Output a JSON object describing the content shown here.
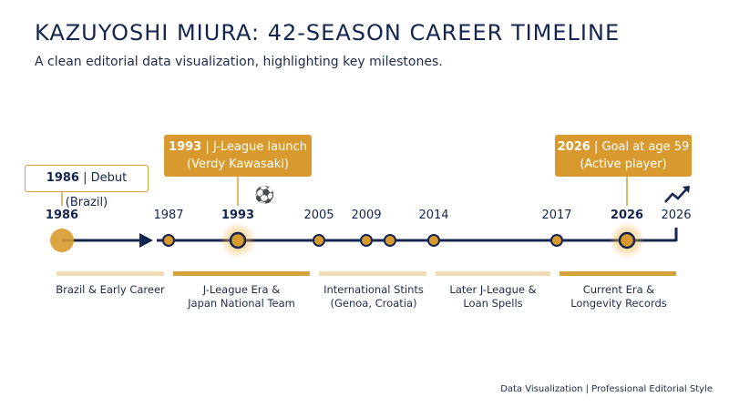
{
  "header": {
    "title": "KAZUYOSHI MIURA: 42-SEASON CAREER TIMELINE",
    "subtitle": "A clean editorial data visualization, highlighting key milestones."
  },
  "callouts": {
    "debut": {
      "year": "1986",
      "text": " | Debut (Brazil)"
    },
    "jleague": {
      "year": "1993",
      "line1_rest": " | J-League launch",
      "line2": "(Verdy Kawasaki)"
    },
    "goal": {
      "year": "2026",
      "line1_rest": " | Goal at age 59",
      "line2": "(Active player)"
    }
  },
  "years": [
    {
      "label": "1986",
      "bold": true
    },
    {
      "label": "1987",
      "bold": false
    },
    {
      "label": "1993",
      "bold": true
    },
    {
      "label": "2005",
      "bold": false
    },
    {
      "label": "2009",
      "bold": false
    },
    {
      "label": "2014",
      "bold": false
    },
    {
      "label": "2017",
      "bold": false
    },
    {
      "label": "2026",
      "bold": true
    },
    {
      "label": "2026",
      "bold": false
    }
  ],
  "eras": [
    {
      "label_line1": "Brazil & Early Career",
      "label_line2": "",
      "color": "#f0dcb2"
    },
    {
      "label_line1": "J-League Era &",
      "label_line2": "Japan National Team",
      "color": "#d4a23c"
    },
    {
      "label_line1": "International Stints",
      "label_line2": "(Genoa, Croatia)",
      "color": "#f0dcb2"
    },
    {
      "label_line1": "Later J-League &",
      "label_line2": "Loan Spells",
      "color": "#f0dcb2"
    },
    {
      "label_line1": "Current Era &",
      "label_line2": "Longevity Records",
      "color": "#d4a23c"
    }
  ],
  "icons": {
    "ball": "soccer-ball-icon",
    "trend": "trend-up-icon"
  },
  "colors": {
    "navy": "#14264f",
    "gold": "#d89a2f",
    "light_gold": "#f0dcb2"
  },
  "footer": "Data Visualization | Professional Editorial Style"
}
